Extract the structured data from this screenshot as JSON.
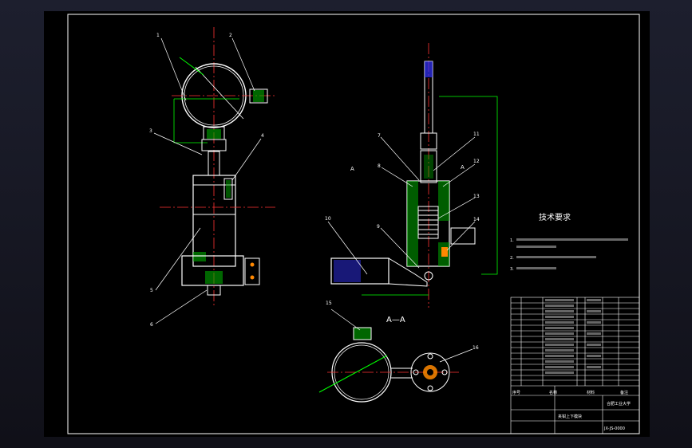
{
  "section_title": "A—A",
  "tech_heading": "技术要求",
  "tech_notes": [
    "1.",
    "2.",
    "3."
  ],
  "view_markers": {
    "left": "A",
    "right": "A"
  },
  "callouts": [
    "1",
    "2",
    "3",
    "4",
    "5",
    "6",
    "7",
    "8",
    "9",
    "10",
    "11",
    "12",
    "13",
    "14",
    "15",
    "16"
  ],
  "title_block": {
    "header_cells": [
      "序号",
      "名称",
      "材料",
      "备注"
    ],
    "university": "合肥工业大学",
    "drawing_name": "夹钳上下模块",
    "drawing_no": "JX-JS-0000"
  },
  "colors": {
    "frame": "#ffffff",
    "part": "#ffffff",
    "dimension": "#00ff00",
    "hatch": "#00cc00",
    "center": "#ff3333",
    "cyan": "#00e5ff",
    "blue": "#3333ff",
    "yellow": "#ffff00"
  }
}
